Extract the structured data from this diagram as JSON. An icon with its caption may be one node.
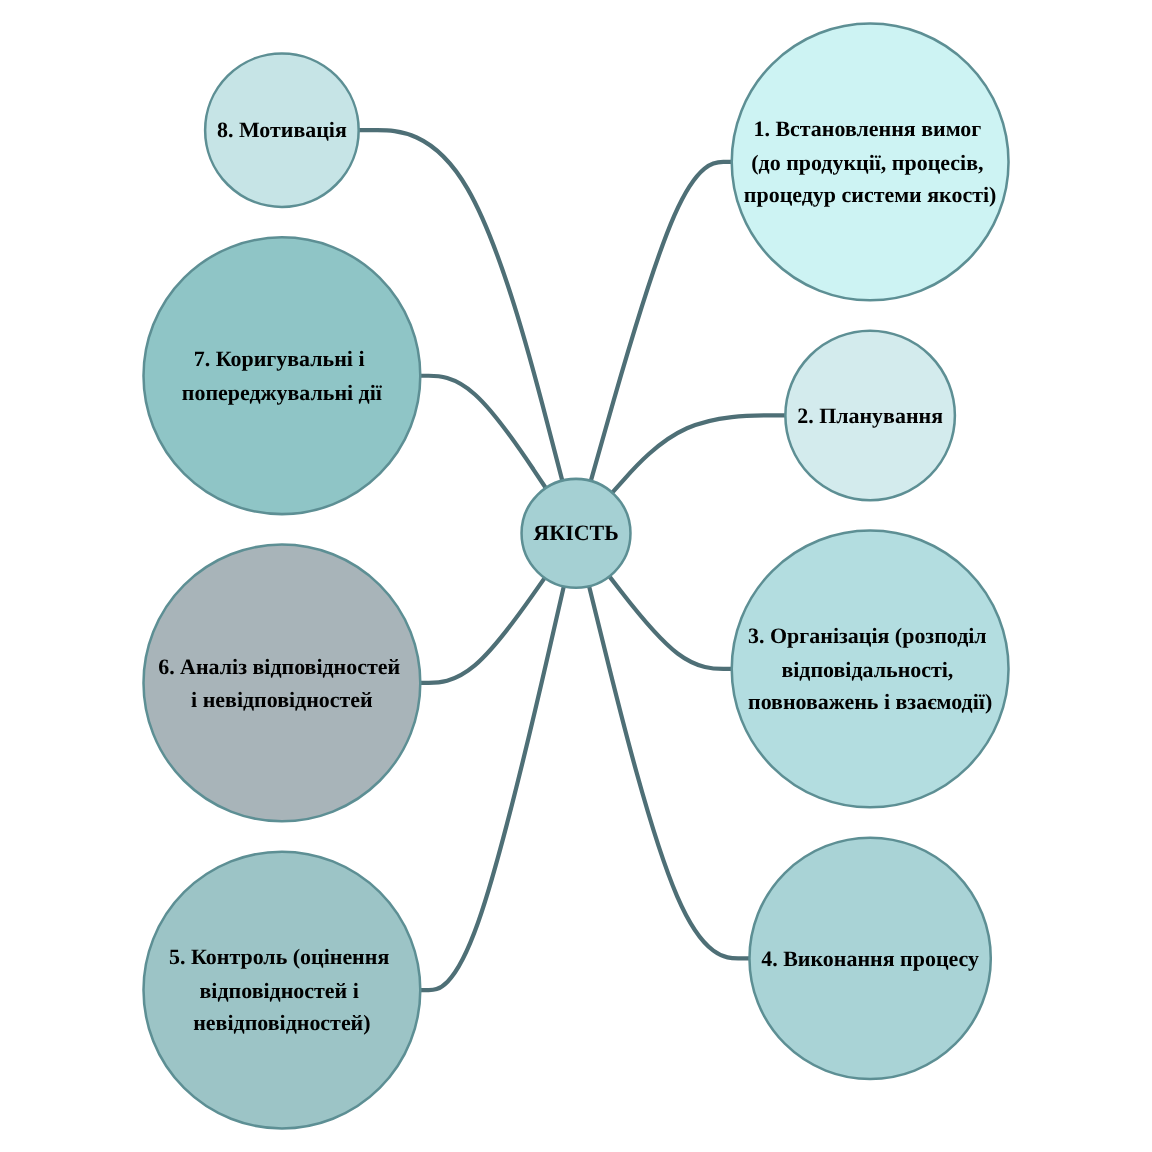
{
  "diagram": {
    "nodes": [
      {
        "text": [
          "ЯКІСТЬ"
        ]
      },
      {
        "text": [
          "1. Встановлення вимог (до продукції, процесів, процедур системи якості)"
        ]
      },
      {
        "text": [
          "2. Планування"
        ]
      },
      {
        "text": [
          "3. Організація (розподіл відповідальності, повноважень і взаємодії)"
        ]
      },
      {
        "text": [
          "4. Виконання процесу"
        ]
      },
      {
        "text": [
          "5. Контроль (оцінення відповідностей і невідповідностей)"
        ]
      },
      {
        "text": [
          "6. Аналіз відповідностей і невідповідностей"
        ]
      },
      {
        "text": [
          "7. Коригувальні і попереджувальні дії"
        ]
      },
      {
        "text": [
          "8. Мотивація"
        ]
      }
    ],
    "edges": [
      {
        "from": 0,
        "to": 1,
        "arrow": "none"
      },
      {
        "from": 0,
        "to": 2,
        "arrow": "none"
      },
      {
        "from": 0,
        "to": 3,
        "arrow": "none"
      },
      {
        "from": 0,
        "to": 4,
        "arrow": "none"
      },
      {
        "from": 8,
        "to": 0,
        "arrow": "none"
      },
      {
        "from": 7,
        "to": 0,
        "arrow": "none"
      },
      {
        "from": 6,
        "to": 0,
        "arrow": "none"
      },
      {
        "from": 5,
        "to": 0,
        "arrow": "none"
      }
    ]
  }
}
